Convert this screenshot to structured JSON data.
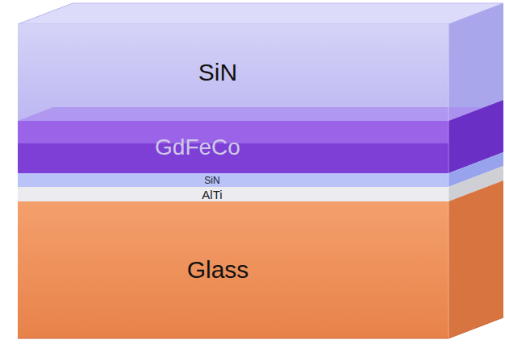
{
  "diagram": {
    "nodes": [
      {
        "text": [
          "SiN"
        ]
      },
      {
        "text": [
          "GdFeCo"
        ]
      },
      {
        "text": [
          "SiN"
        ]
      },
      {
        "text": [
          "AlTi"
        ]
      },
      {
        "text": [
          "Glass"
        ]
      }
    ]
  }
}
